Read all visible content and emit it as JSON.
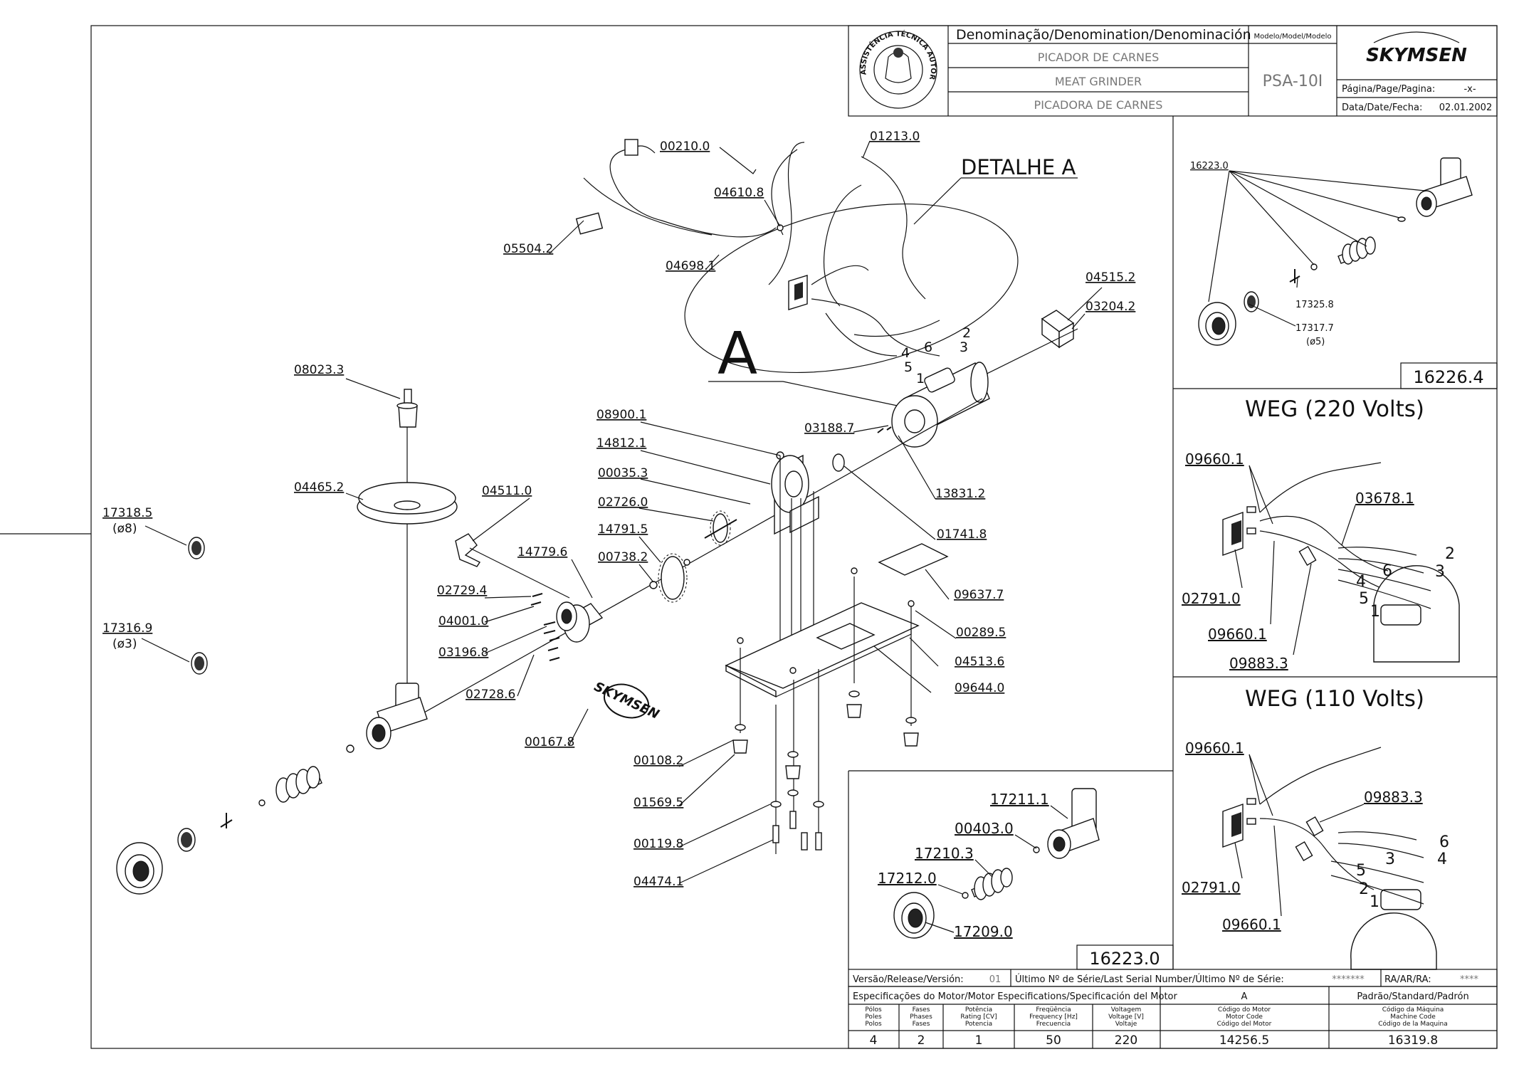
{
  "title_block": {
    "denomination_header": "Denominação/Denomination/Denominación",
    "names": [
      "PICADOR DE CARNES",
      "MEAT GRINDER",
      "PICADORA DE CARNES"
    ],
    "model_header": "Modelo/Model/Modelo",
    "model": "PSA-10I",
    "brand": "SKYMSEN",
    "page_label": "Página/Page/Pagina:",
    "page_value": "-x-",
    "date_label": "Data/Date/Fecha:",
    "date_value": "02.01.2002",
    "seal_text": "ASSISTÊNCIA TÉCNICA AUTORIZADA"
  },
  "main_view": {
    "detail_label": "DETALHE A",
    "detail_letter": "A",
    "logo_text": "SKYMSEN",
    "callouts": [
      "00210.0",
      "01213.0",
      "04610.8",
      "05504.2",
      "04698.1",
      "04515.2",
      "03204.2",
      "08023.3",
      "04465.2",
      "17318.5",
      "(ø8)",
      "04511.0",
      "17316.9",
      "(ø3)",
      "14779.6",
      "02729.4",
      "04001.0",
      "03196.8",
      "02728.6",
      "08900.1",
      "14812.1",
      "00035.3",
      "02726.0",
      "14791.5",
      "00738.2",
      "03188.7",
      "13831.2",
      "01741.8",
      "09637.7",
      "00289.5",
      "04513.6",
      "09644.0",
      "00167.8",
      "00108.2",
      "01569.5",
      "00119.8",
      "04474.1"
    ],
    "wire_numbers": [
      "2",
      "3",
      "6",
      "4",
      "5",
      "1"
    ]
  },
  "panel_16226": {
    "callouts": [
      "16223.0",
      "17325.8",
      "17317.7",
      "(ø5)"
    ],
    "id_box": "16226.4"
  },
  "panel_weg220": {
    "title": "WEG (220 Volts)",
    "callouts": [
      "09660.1",
      "03678.1",
      "02791.0",
      "09660.1",
      "09883.3"
    ],
    "wire_numbers": [
      "2",
      "6",
      "3",
      "4",
      "5",
      "1"
    ]
  },
  "panel_weg110": {
    "title": "WEG (110 Volts)",
    "callouts": [
      "09660.1",
      "09883.3",
      "02791.0",
      "09660.1"
    ],
    "wire_numbers": [
      "6",
      "3",
      "4",
      "5",
      "2",
      "1"
    ]
  },
  "panel_16223": {
    "callouts": [
      "17211.1",
      "00403.0",
      "17210.3",
      "17212.0",
      "17209.0"
    ],
    "id_box": "16223.0"
  },
  "release_row": {
    "version_label": "Versão/Release/Versión:",
    "version_value": "01",
    "serial_label": "Último Nº de Série/Last Serial Number/Último Nº de Série:",
    "serial_value": "*******",
    "ra_label": "RA/AR/RA:",
    "ra_value": "****"
  },
  "motor_specs": {
    "header": "Especificações do Motor/Motor Especifications/Specificación del Motor",
    "variant": "A",
    "standard_header": "Padrão/Standard/Padrón",
    "columns": [
      {
        "label": "Pólos\nPoles\nPolos",
        "value": "4"
      },
      {
        "label": "Fases\nPhases\nFases",
        "value": "2"
      },
      {
        "label": "Potência\nRating [CV]\nPotencia",
        "value": "1"
      },
      {
        "label": "Freqüência\nFrequency [Hz]\nFrecuencia",
        "value": "50"
      },
      {
        "label": "Voltagem\nVoltage [V]\nVoltaje",
        "value": "220"
      },
      {
        "label": "Código do Motor\nMotor Code\nCódigo del Motor",
        "value": "14256.5"
      },
      {
        "label": "Código da Máquina\nMachine Code\nCódigo de la Maquina",
        "value": "16319.8"
      }
    ]
  }
}
